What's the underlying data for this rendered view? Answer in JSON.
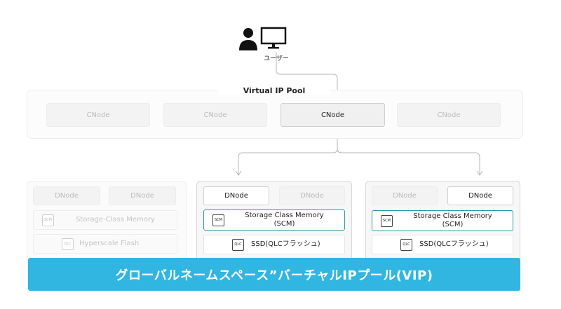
{
  "user": {
    "label": "ユーザー",
    "icon": "user-icon",
    "computer_icon": "monitor-icon"
  },
  "pool": {
    "title": "Virtual IP Pool",
    "nodes": [
      "CNode",
      "CNode",
      "CNode",
      "CNode"
    ]
  },
  "groups": [
    {
      "dnodes": [
        "DNode",
        "DNode"
      ],
      "scm": "Storage-Class Memory",
      "flash": "Hyperscale Flash",
      "scm_chip": "SCM",
      "flash_chip": "QLC"
    },
    {
      "dnodes": [
        "DNode",
        "DNode"
      ],
      "scm_line1": "Storage Class Memory",
      "scm_line2": "(SCM)",
      "ssd": "SSD(QLCフラッシュ)",
      "scm_chip": "SCM",
      "ssd_chip": "QLC"
    },
    {
      "dnodes": [
        "DNode",
        "DNode"
      ],
      "scm_line1": "Storage Class Memory",
      "scm_line2": "(SCM)",
      "ssd": "SSD(QLCフラッシュ)",
      "scm_chip": "SCM",
      "ssd_chip": "QLC"
    }
  ],
  "banner": "グローバルネームスペース”バーチャルIPプール(VIP)",
  "colors": {
    "banner": "#30b6e0",
    "accent_border": "#2d9aa6"
  }
}
